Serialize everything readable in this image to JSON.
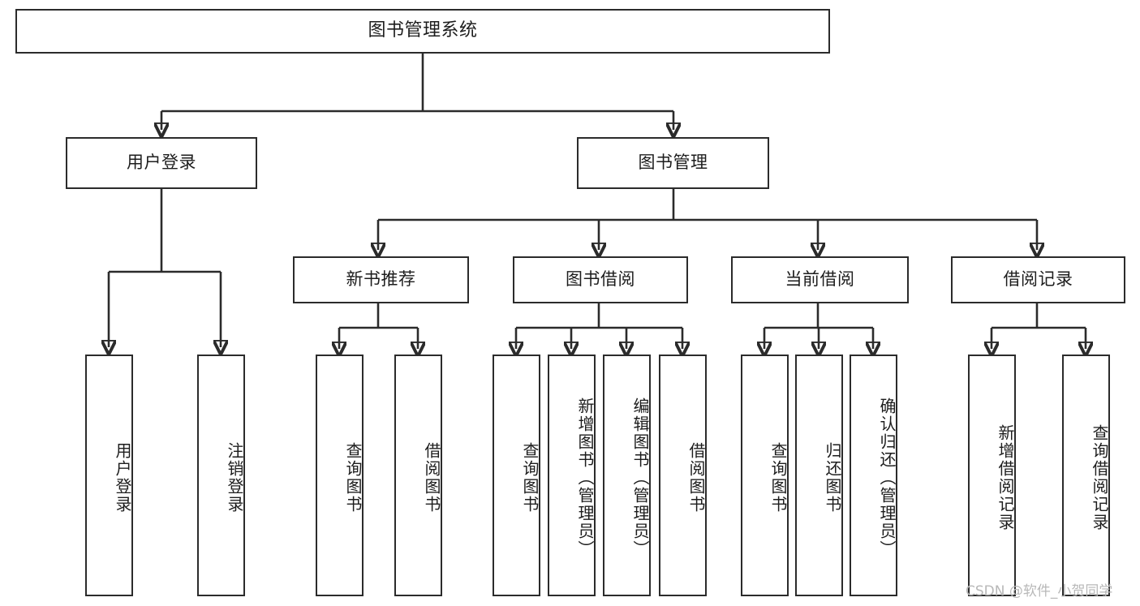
{
  "diagram": {
    "title": "图书管理系统",
    "root": {
      "label": "图书管理系统"
    },
    "level1": [
      {
        "label": "用户登录"
      },
      {
        "label": "图书管理"
      }
    ],
    "level2": [
      {
        "label": "新书推荐"
      },
      {
        "label": "图书借阅"
      },
      {
        "label": "当前借阅"
      },
      {
        "label": "借阅记录"
      }
    ],
    "leaves": {
      "user_login": [
        {
          "label": "用户登录"
        },
        {
          "label": "注销登录"
        }
      ],
      "new_book_recommend": [
        {
          "label": "查询图书"
        },
        {
          "label": "借阅图书"
        }
      ],
      "book_borrow": [
        {
          "label": "查询图书"
        },
        {
          "label": "新增图书（管理员）"
        },
        {
          "label": "编辑图书（管理员）"
        },
        {
          "label": "借阅图书"
        }
      ],
      "current_borrow": [
        {
          "label": "查询图书"
        },
        {
          "label": "归还图书"
        },
        {
          "label": "确认归还（管理员）"
        }
      ],
      "borrow_record": [
        {
          "label": "新增借阅记录"
        },
        {
          "label": "查询借阅记录"
        }
      ]
    }
  },
  "watermark": {
    "text": "CSDN @软件_小贺同学"
  },
  "colors": {
    "stroke": "#2b2b2b",
    "text": "#1d1d1d",
    "background": "#ffffff",
    "watermark": "#b8b8b8"
  }
}
